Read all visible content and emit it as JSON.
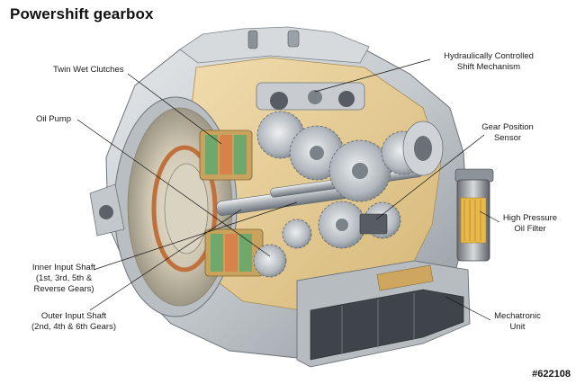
{
  "title": "Powershift gearbox",
  "labels": {
    "twin_wet_clutches": "Twin Wet Clutches",
    "oil_pump": "Oil Pump",
    "inner_shaft_1": "Inner Input Shaft",
    "inner_shaft_2": "(1st, 3rd, 5th &",
    "inner_shaft_3": "Reverse Gears)",
    "outer_shaft_1": "Outer Input Shaft",
    "outer_shaft_2": "(2nd, 4th & 6th Gears)",
    "hydraulic_1": "Hydraulically Controlled",
    "hydraulic_2": "Shift Mechanism",
    "gear_sensor_1": "Gear Position",
    "gear_sensor_2": "Sensor",
    "oil_filter_1": "High Pressure",
    "oil_filter_2": "Oil Filter",
    "mechatronic_1": "Mechatronic",
    "mechatronic_2": "Unit"
  },
  "image_ref": "#622108",
  "colors": {
    "casing": "#c9ced3",
    "casing_dark": "#8e959c",
    "cutaway_tan": "#e8cf98",
    "steel": "#b4b9bf",
    "clutch_green": "#6fa86a",
    "clutch_orange": "#d7824a",
    "copper": "#c0703c",
    "filter_yellow": "#e8b84a"
  }
}
